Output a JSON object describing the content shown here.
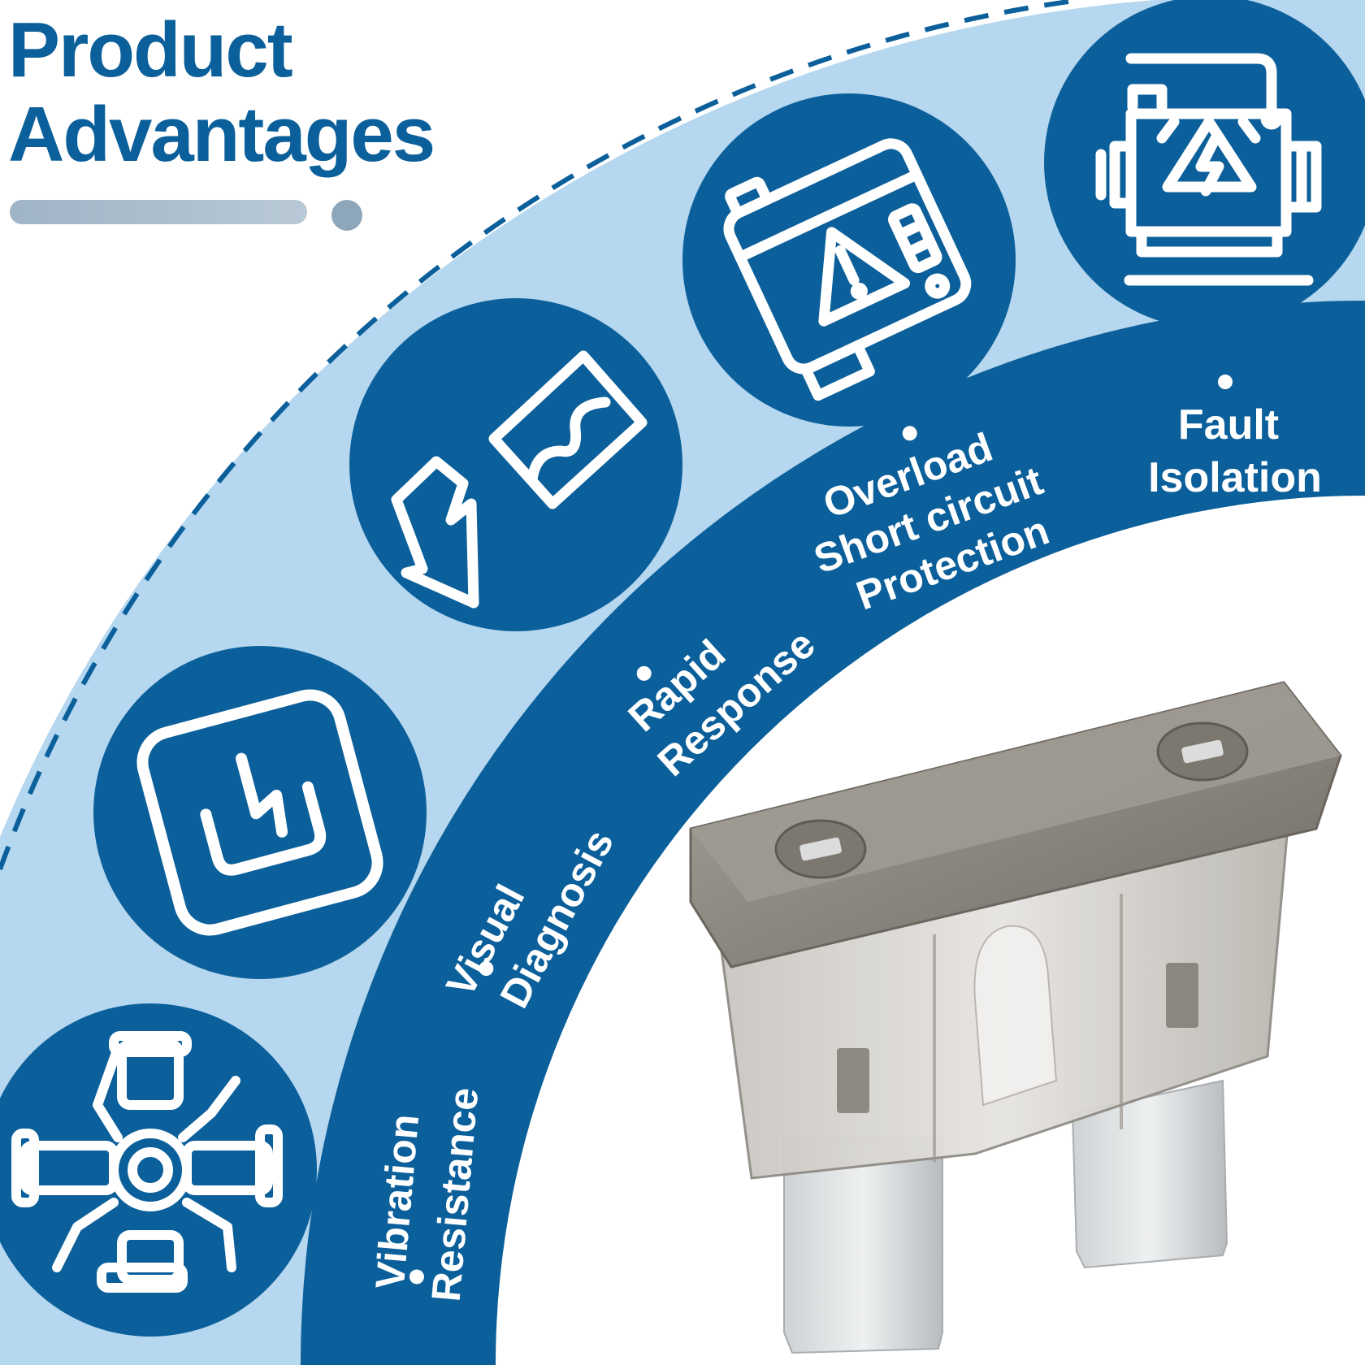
{
  "header": {
    "title_line1": "Product",
    "title_line2": "Advantages"
  },
  "features": [
    {
      "id": "vibration",
      "lines": [
        "Vibration",
        "Resistance"
      ],
      "icon": "engine-mount-icon"
    },
    {
      "id": "visual",
      "lines": [
        "Visual",
        "Diagnosis"
      ],
      "icon": "indicator-window-icon"
    },
    {
      "id": "rapid",
      "lines": [
        "Rapid",
        "Response"
      ],
      "icon": "lightning-waveform-icon"
    },
    {
      "id": "overload",
      "lines": [
        "Overload",
        "Short circuit",
        "Protection"
      ],
      "icon": "warning-device-icon"
    },
    {
      "id": "fault",
      "lines": [
        "Fault",
        "Isolation"
      ],
      "icon": "motor-warning-icon"
    }
  ],
  "colors": {
    "primary_blue": "#0b5f9a",
    "band_light_blue": "#b5d7ef",
    "white": "#ffffff",
    "fuse_gray": "#8e8a84"
  }
}
